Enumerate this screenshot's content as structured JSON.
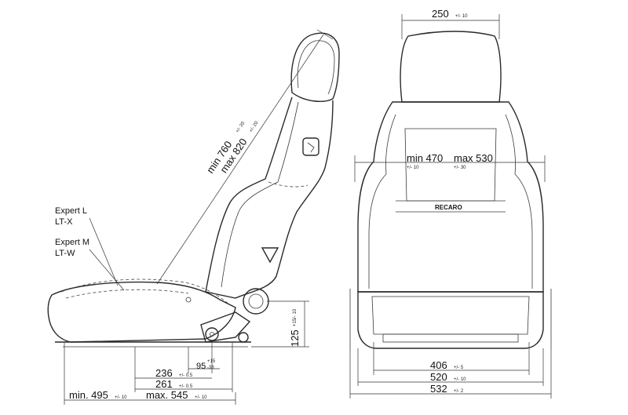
{
  "side_view": {
    "legend": [
      {
        "name": "Expert L",
        "variant": "LT-X"
      },
      {
        "name": "Expert M",
        "variant": "LT-W"
      }
    ],
    "backrest_height": {
      "min": "min 760",
      "max": "max 820",
      "tol_min": "+/- 20",
      "tol_max": "+/- 20"
    },
    "seat_height": {
      "value": "125",
      "tol": "+15/- 10"
    },
    "rail_offset": {
      "value": "95",
      "tol_top": "+15",
      "tol_bottom": "-38"
    },
    "dim_236": {
      "value": "236",
      "tol": "+/- 0.5"
    },
    "dim_261": {
      "value": "261",
      "tol": "+/- 0.5"
    },
    "depth": {
      "min": "min. 495",
      "min_tol": "+/- 10",
      "max": "max. 545",
      "max_tol": "+/- 10"
    }
  },
  "front_view": {
    "headrest_width": {
      "value": "250",
      "tol": "+/- 10"
    },
    "shoulder_width": {
      "min": "min 470",
      "min_tol": "+/- 10",
      "max": "max 530",
      "max_tol": "+/- 30"
    },
    "logo": "RECARO",
    "rail_width": {
      "value": "406",
      "tol": "+/- 5"
    },
    "mount_width": {
      "value": "520",
      "tol": "+/- 10"
    },
    "overall_width": {
      "value": "532",
      "tol": "+/- 2"
    }
  }
}
